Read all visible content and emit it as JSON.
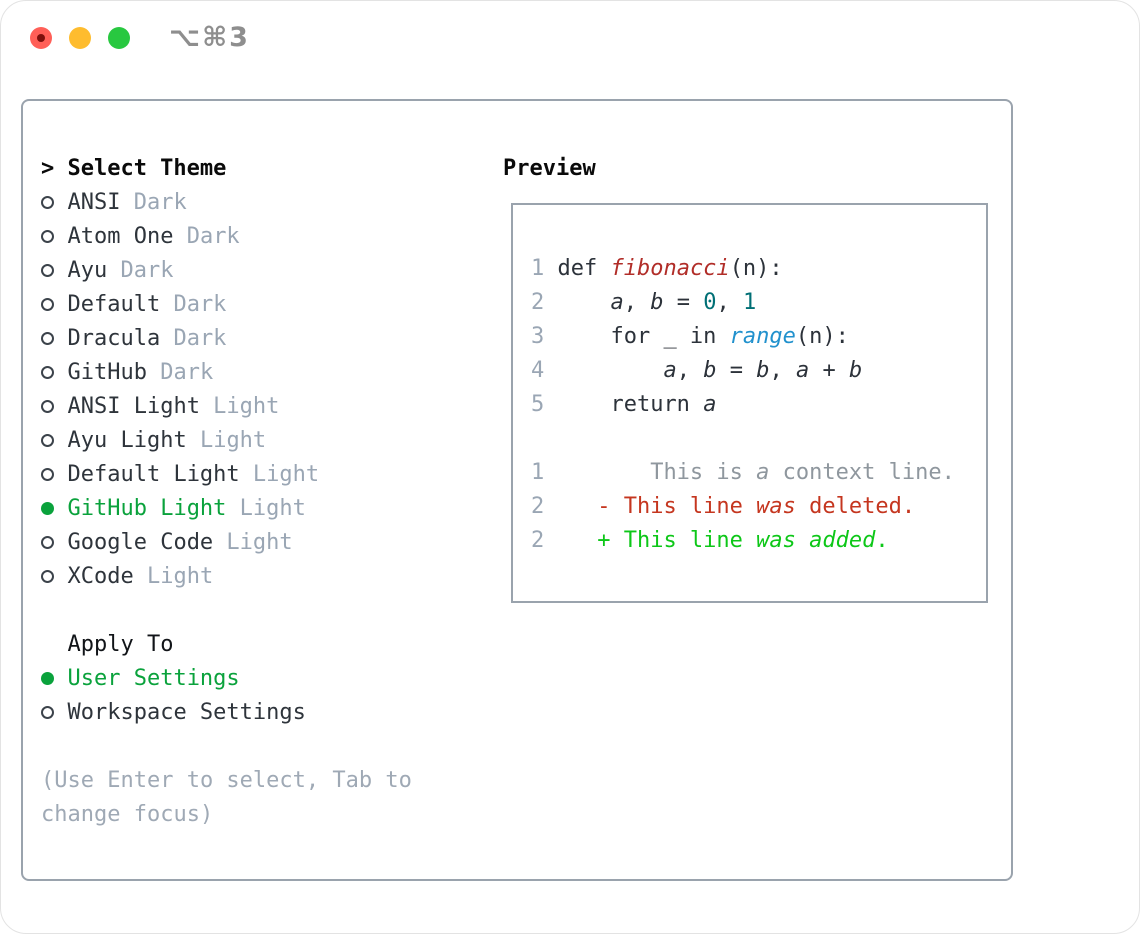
{
  "window": {
    "title": "⌥⌘3"
  },
  "traffic_lights": {
    "close_color": "#ff5f57",
    "minimize_color": "#febc2e",
    "zoom_color": "#28c840",
    "edited_dot_color": "#7d100c"
  },
  "sidebar": {
    "prompt": ">",
    "title": "Select Theme",
    "themes": [
      {
        "name": "ANSI",
        "variant": "Dark",
        "selected": false
      },
      {
        "name": "Atom One",
        "variant": "Dark",
        "selected": false
      },
      {
        "name": "Ayu",
        "variant": "Dark",
        "selected": false
      },
      {
        "name": "Default",
        "variant": "Dark",
        "selected": false
      },
      {
        "name": "Dracula",
        "variant": "Dark",
        "selected": false
      },
      {
        "name": "GitHub",
        "variant": "Dark",
        "selected": false
      },
      {
        "name": "ANSI Light",
        "variant": "Light",
        "selected": false
      },
      {
        "name": "Ayu Light",
        "variant": "Light",
        "selected": false
      },
      {
        "name": "Default Light",
        "variant": "Light",
        "selected": false
      },
      {
        "name": "GitHub Light",
        "variant": "Light",
        "selected": true
      },
      {
        "name": "Google Code",
        "variant": "Light",
        "selected": false
      },
      {
        "name": "XCode",
        "variant": "Light",
        "selected": false
      }
    ],
    "apply_to": {
      "title": "Apply To",
      "options": [
        {
          "name": "User Settings",
          "selected": true
        },
        {
          "name": "Workspace Settings",
          "selected": false
        }
      ]
    },
    "hint": "(Use Enter to select, Tab to change focus)"
  },
  "preview": {
    "title": "Preview",
    "lines": [
      {
        "num": "1",
        "segments": [
          {
            "t": " def ",
            "s": "plain"
          },
          {
            "t": "fibonacci",
            "s": "fn"
          },
          {
            "t": "(n):",
            "s": "plain"
          }
        ]
      },
      {
        "num": "2",
        "segments": [
          {
            "t": "     ",
            "s": "plain"
          },
          {
            "t": "a",
            "s": "var"
          },
          {
            "t": ", ",
            "s": "plain"
          },
          {
            "t": "b",
            "s": "var"
          },
          {
            "t": " = ",
            "s": "plain"
          },
          {
            "t": "0",
            "s": "num"
          },
          {
            "t": ", ",
            "s": "plain"
          },
          {
            "t": "1",
            "s": "num"
          }
        ]
      },
      {
        "num": "3",
        "segments": [
          {
            "t": "     for _ in ",
            "s": "plain"
          },
          {
            "t": "range",
            "s": "bi"
          },
          {
            "t": "(n):",
            "s": "plain"
          }
        ]
      },
      {
        "num": "4",
        "segments": [
          {
            "t": "         ",
            "s": "plain"
          },
          {
            "t": "a",
            "s": "var"
          },
          {
            "t": ", ",
            "s": "plain"
          },
          {
            "t": "b",
            "s": "var"
          },
          {
            "t": " = ",
            "s": "plain"
          },
          {
            "t": "b",
            "s": "var"
          },
          {
            "t": ", ",
            "s": "plain"
          },
          {
            "t": "a",
            "s": "var"
          },
          {
            "t": " + ",
            "s": "plain"
          },
          {
            "t": "b",
            "s": "var"
          }
        ]
      },
      {
        "num": "5",
        "segments": [
          {
            "t": "     return ",
            "s": "plain"
          },
          {
            "t": "a",
            "s": "var"
          }
        ]
      },
      {
        "num": "",
        "segments": []
      },
      {
        "num": "1",
        "segments": [
          {
            "t": "        This is ",
            "s": "ctx"
          },
          {
            "t": "a",
            "s": "ctx it"
          },
          {
            "t": " context line.",
            "s": "ctx"
          }
        ]
      },
      {
        "num": "2",
        "segments": [
          {
            "t": "    - This line ",
            "s": "del"
          },
          {
            "t": "was",
            "s": "del it"
          },
          {
            "t": " deleted.",
            "s": "del"
          }
        ]
      },
      {
        "num": "2",
        "segments": [
          {
            "t": "    + This line ",
            "s": "add"
          },
          {
            "t": "was",
            "s": "add it"
          },
          {
            "t": " ",
            "s": "add"
          },
          {
            "t": "added",
            "s": "add it"
          },
          {
            "t": ".",
            "s": "add"
          }
        ]
      }
    ]
  },
  "colors": {
    "accent_green": "#0aa23c",
    "diff_added_green": "#0dc718",
    "diff_deleted_red": "#c5361f",
    "function_red": "#b12d28",
    "number_teal": "#006f75",
    "builtin_blue": "#2191cd",
    "muted_gray": "#9aa6b4",
    "context_gray": "#8f979e",
    "hint_gray": "#9fa9b5",
    "border_gray": "#9aa3ad",
    "text_dark": "#2e343b"
  }
}
